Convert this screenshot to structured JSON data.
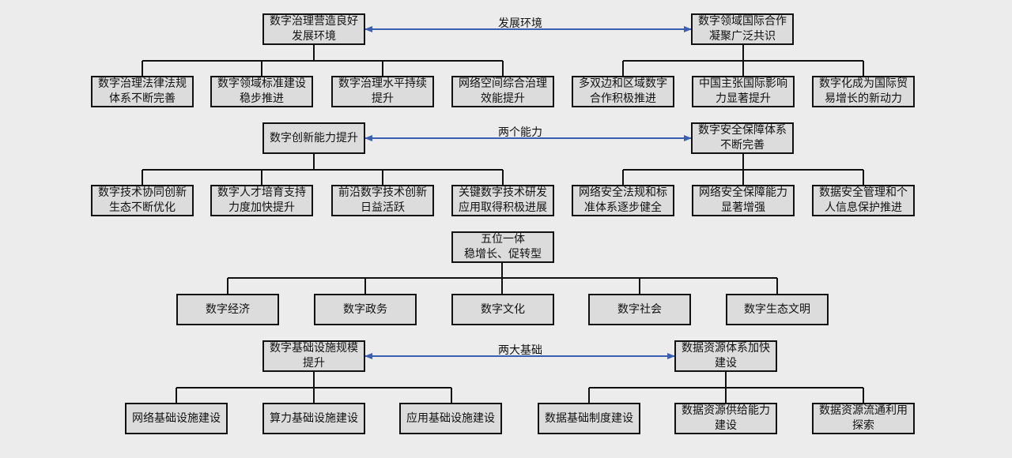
{
  "groups": {
    "environment": {
      "label": "发展环境",
      "left": "数字治理营造良好\n发展环境",
      "right": "数字领域国际合作\n凝聚广泛共识",
      "left_children": [
        "数字治理法律法规\n体系不断完善",
        "数字领域标准建设\n稳步推进",
        "数字治理水平持续\n提升",
        "网络空间综合治理\n效能提升"
      ],
      "right_children": [
        "多双边和区域数字\n合作积极推进",
        "中国主张国际影响\n力显著提升",
        "数字化成为国际贸\n易增长的新动力"
      ]
    },
    "capabilities": {
      "label": "两个能力",
      "left": "数字创新能力提升",
      "right": "数字安全保障体系\n不断完善",
      "left_children": [
        "数字技术协同创新\n生态不断优化",
        "数字人才培育支持\n力度加快提升",
        "前沿数字技术创新\n日益活跃",
        "关键数字技术研发\n应用取得积极进展"
      ],
      "right_children": [
        "网络安全法规和标\n准体系逐步健全",
        "网络安全保障能力\n显著增强",
        "数据安全管理和个\n人信息保护推进"
      ]
    },
    "five": {
      "root": "五位一体\n稳增长、促转型",
      "children": [
        "数字经济",
        "数字政务",
        "数字文化",
        "数字社会",
        "数字生态文明"
      ]
    },
    "foundations": {
      "label": "两大基础",
      "left": "数字基础设施规模\n提升",
      "right": "数据资源体系加快\n建设",
      "left_children": [
        "网络基础设施建设",
        "算力基础设施建设",
        "应用基础设施建设"
      ],
      "right_children": [
        "数据基础制度建设",
        "数据资源供给能力\n建设",
        "数据资源流通利用\n探索"
      ]
    }
  },
  "colors": {
    "line": "#111111",
    "arrow": "#3a5fb0",
    "box_fill": "#dcdcdc",
    "background": "#ececec"
  }
}
